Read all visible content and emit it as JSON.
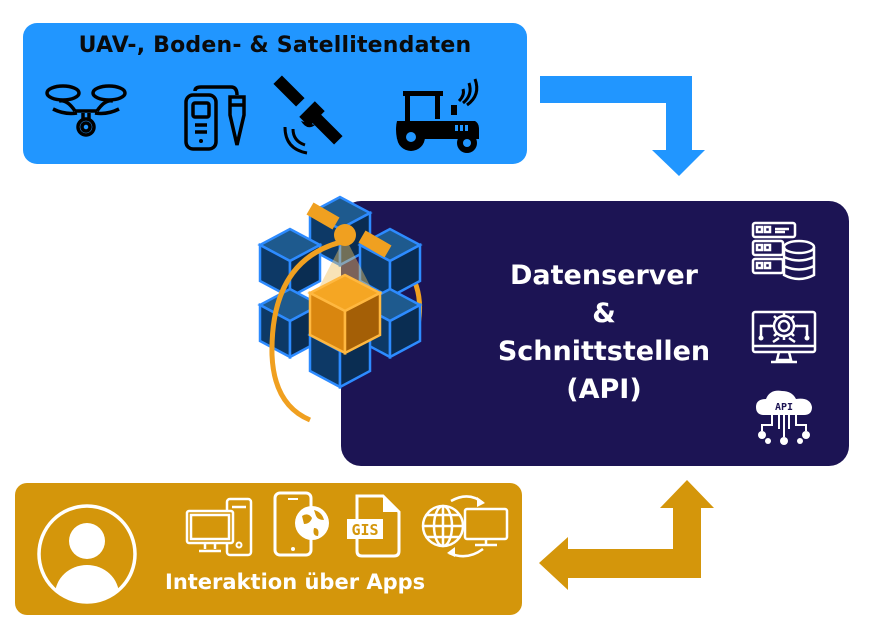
{
  "colors": {
    "data_panel": "#2196ff",
    "server_panel": "#1c1454",
    "apps_panel": "#d4960b",
    "cube_blue": "#0f3a66",
    "cube_edge": "#2d8bff",
    "accent_orange": "#f0a020"
  },
  "data_sources": {
    "title": "UAV-, Boden- & Satellitendaten",
    "icons": [
      "drone-icon",
      "soil-sensor-icon",
      "satellite-icon",
      "tractor-icon"
    ]
  },
  "server": {
    "title_lines": [
      "Datenserver",
      "&",
      "Schnittstellen",
      "(API)"
    ],
    "icons": [
      "server-database-icon",
      "monitor-gear-icon",
      "cloud-api-icon"
    ],
    "api_icon_label": "API"
  },
  "apps": {
    "title": "Interaktion über Apps",
    "icons": [
      "user-avatar-icon",
      "desktop-computer-icon",
      "smartphone-globe-icon",
      "gis-file-icon",
      "web-sync-icon"
    ],
    "gis_label": "GIS"
  },
  "flows": [
    {
      "from": "data_sources",
      "to": "server",
      "direction": "one-way"
    },
    {
      "from": "server",
      "to": "apps",
      "direction": "two-way"
    }
  ]
}
